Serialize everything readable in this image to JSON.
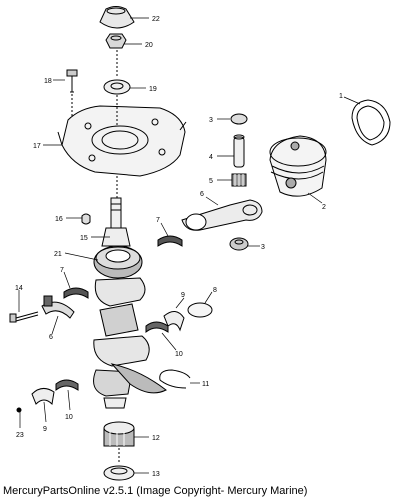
{
  "diagram": {
    "callouts": [
      {
        "id": "p22",
        "number": "22"
      },
      {
        "id": "p20",
        "number": "20"
      },
      {
        "id": "p18",
        "number": "18"
      },
      {
        "id": "p19",
        "number": "19"
      },
      {
        "id": "p1",
        "number": "1"
      },
      {
        "id": "p3a",
        "number": "3"
      },
      {
        "id": "p17",
        "number": "17"
      },
      {
        "id": "p4",
        "number": "4"
      },
      {
        "id": "p5",
        "number": "5"
      },
      {
        "id": "p2",
        "number": "2"
      },
      {
        "id": "p6a",
        "number": "6"
      },
      {
        "id": "p16",
        "number": "16"
      },
      {
        "id": "p7a",
        "number": "7"
      },
      {
        "id": "p15",
        "number": "15"
      },
      {
        "id": "p3b",
        "number": "3"
      },
      {
        "id": "p21",
        "number": "21"
      },
      {
        "id": "p7b",
        "number": "7"
      },
      {
        "id": "p14",
        "number": "14"
      },
      {
        "id": "p8",
        "number": "8"
      },
      {
        "id": "p9a",
        "number": "9"
      },
      {
        "id": "p6b",
        "number": "6"
      },
      {
        "id": "p10a",
        "number": "10"
      },
      {
        "id": "p11",
        "number": "11"
      },
      {
        "id": "p23",
        "number": "23"
      },
      {
        "id": "p9b",
        "number": "9"
      },
      {
        "id": "p10b",
        "number": "10"
      },
      {
        "id": "p12",
        "number": "12"
      },
      {
        "id": "p13",
        "number": "13"
      }
    ]
  },
  "caption": "MercuryPartsOnline v2.5.1 (Image Copyright- Mercury Marine)"
}
